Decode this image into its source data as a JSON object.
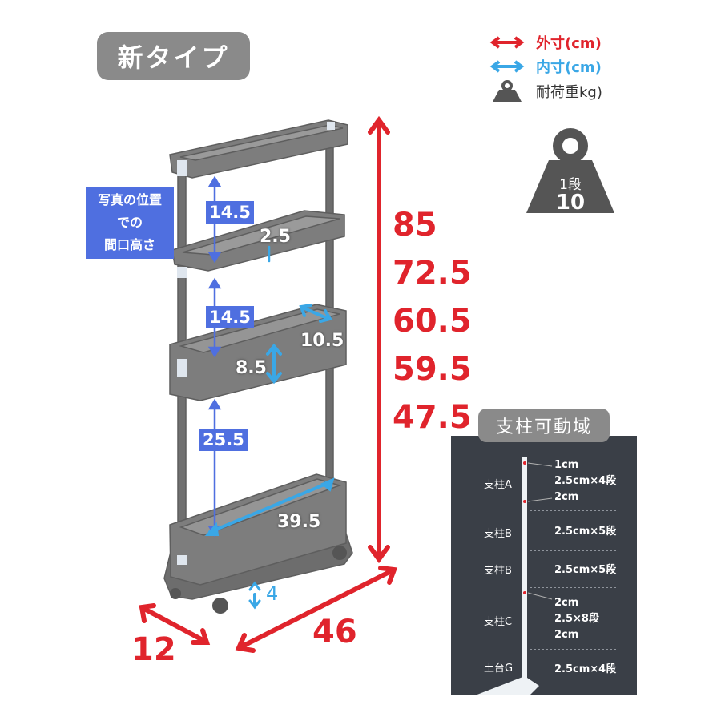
{
  "type_badge": "新タイプ",
  "legend": {
    "outer": "外寸(cm)",
    "inner": "内寸(cm)",
    "weight": "耐荷重kg)",
    "colors": {
      "outer": "#e0242c",
      "inner": "#3aa7e6",
      "weight_icon": "#555555"
    }
  },
  "load": {
    "tier": "1段",
    "value": "10"
  },
  "gap_note": {
    "lines": [
      "写真の位置",
      "での",
      "間口高さ"
    ]
  },
  "inner_dims": {
    "gap_top": "14.5",
    "gap_mid": "14.5",
    "gap_bottom": "25.5",
    "tray_rim": "2.5",
    "basket_depth_in": "10.5",
    "basket_height": "8.5",
    "bottom_width": "39.5",
    "caster": "4"
  },
  "outer_dims": {
    "heights": [
      "85",
      "72.5",
      "60.5",
      "59.5",
      "47.5"
    ],
    "depth": "12",
    "width": "46"
  },
  "pole_range": {
    "title": "支柱可動域",
    "sections": [
      {
        "label": "支柱A",
        "specs": [
          "1cm",
          "2.5cm×4段",
          "2cm"
        ]
      },
      {
        "label": "支柱B",
        "specs": [
          "2.5cm×5段"
        ]
      },
      {
        "label": "支柱B",
        "specs": [
          "2.5cm×5段"
        ]
      },
      {
        "label": "支柱C",
        "specs": [
          "2cm",
          "2.5×8段",
          "2cm"
        ]
      },
      {
        "label": "土台G",
        "specs": [
          "2.5cm×4段"
        ]
      }
    ]
  }
}
